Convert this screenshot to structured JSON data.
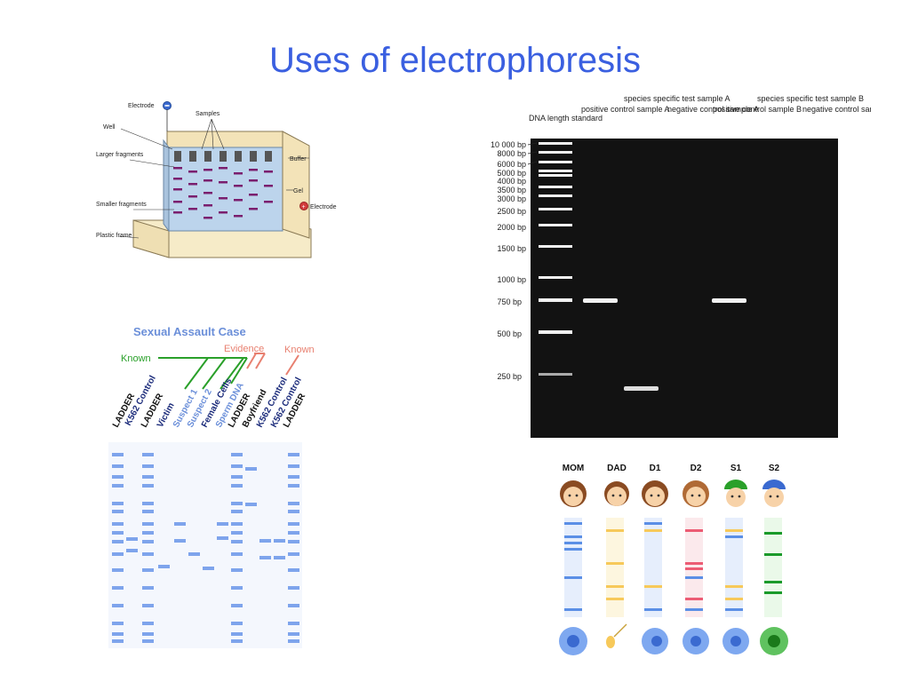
{
  "slide": {
    "title": "Uses of electrophoresis"
  },
  "gel_apparatus": {
    "labels": {
      "electrode_top": "Electrode",
      "samples": "Samples",
      "well": "Well",
      "larger_fragments": "Larger fragments",
      "buffer": "Buffer",
      "gel": "Gel",
      "electrode_right": "Electrode",
      "smaller_fragments": "Smaller fragments",
      "plastic_frame": "Plastic frame"
    }
  },
  "dna_gel": {
    "column_headers": [
      "DNA length standard",
      "positive control sample A",
      "species specific test sample A",
      "negative control sample A",
      "positive control sample B",
      "species specific test sample B",
      "negative control sample B"
    ],
    "ladder_labels": [
      "10 000 bp",
      "8000 bp",
      "6000 bp",
      "5000 bp",
      "4000 bp",
      "3500 bp",
      "3000 bp",
      "2500 bp",
      "2000 bp",
      "1500 bp",
      "1000 bp",
      "750 bp",
      "500 bp",
      "250 bp"
    ]
  },
  "assault_case": {
    "title": "Sexual Assault Case",
    "known_label": "Known",
    "evidence_label": "Evidence",
    "known_right_label": "Known",
    "lanes": [
      "LADDER",
      "K562 Control",
      "LADDER",
      "Victim",
      "Suspect 1",
      "Suspect 2",
      "Female Cells",
      "Sperm DNA",
      "LADDER",
      "Boyfriend",
      "K562 Control",
      "K562 Control",
      "LADDER"
    ]
  },
  "paternity": {
    "people": [
      "MOM",
      "DAD",
      "D1",
      "D2",
      "S1",
      "S2"
    ]
  },
  "colors": {
    "title": "#3a5fe0",
    "assault_title": "#6b8fd9",
    "known_green": "#2aa02a",
    "evidence_red": "#e88070"
  }
}
